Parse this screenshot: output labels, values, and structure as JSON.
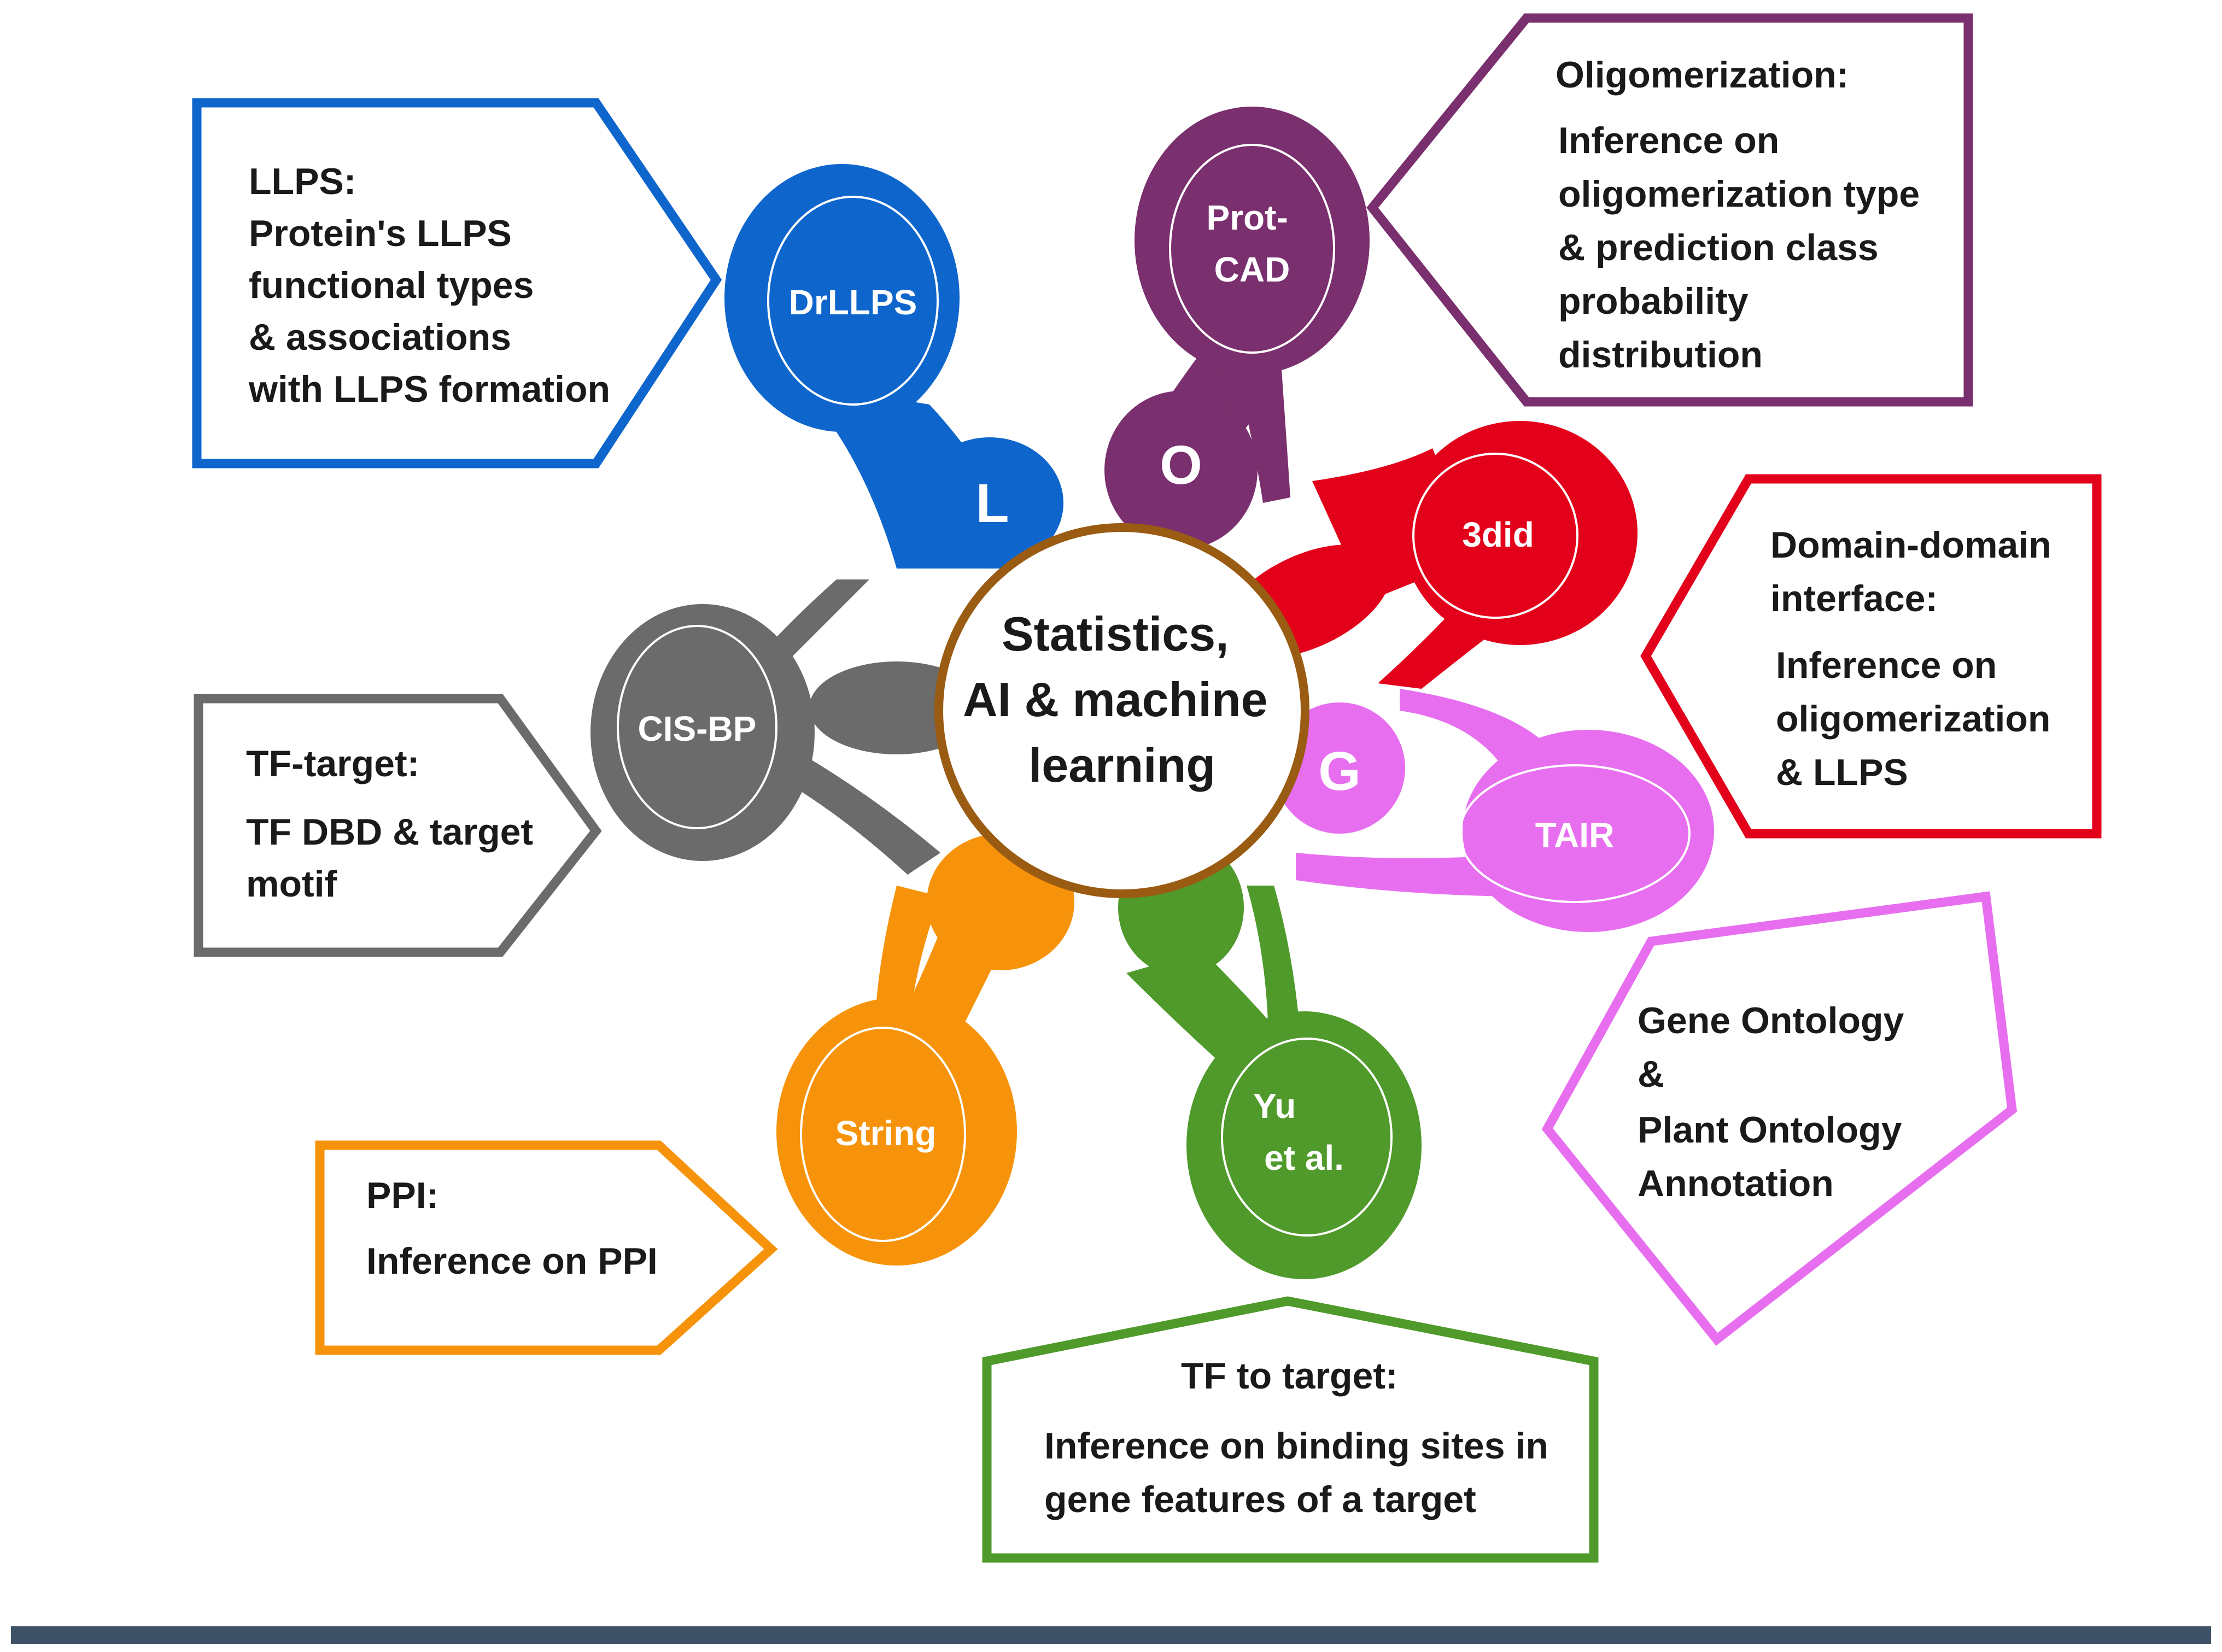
{
  "center": {
    "lines": [
      "Statistics,",
      "AI & machine",
      "learning"
    ],
    "border_color": "#9a5b12"
  },
  "petals": [
    {
      "id": "llps",
      "label_lines": [
        "DrLLPS"
      ],
      "letter": "L",
      "color": "#0e66cc"
    },
    {
      "id": "oligo",
      "label_lines": [
        "Prot-",
        "CAD"
      ],
      "letter": "O",
      "color": "#7a2f6e"
    },
    {
      "id": "domain",
      "label_lines": [
        "3did"
      ],
      "letter": "",
      "color": "#e3001b"
    },
    {
      "id": "go",
      "label_lines": [
        "TAIR"
      ],
      "letter": "G",
      "color": "#e86ef0"
    },
    {
      "id": "tf",
      "label_lines": [
        "Yu",
        "et al."
      ],
      "letter": "",
      "color": "#4f9a2b"
    },
    {
      "id": "ppi",
      "label_lines": [
        "String"
      ],
      "letter": "",
      "color": "#f7930a"
    },
    {
      "id": "tftarget",
      "label_lines": [
        "CIS-BP"
      ],
      "letter": "",
      "color": "#6b6b6b"
    }
  ],
  "boxes": [
    {
      "id": "llps",
      "color": "#0e66cc",
      "lines": [
        "LLPS:",
        "Protein's LLPS",
        "functional types",
        "& associations",
        "with LLPS formation"
      ]
    },
    {
      "id": "oligo",
      "color": "#7a2f6e",
      "lines": [
        "Oligomerization:",
        "Inference on",
        "oligomerization type",
        "& prediction class",
        "probability",
        "distribution"
      ]
    },
    {
      "id": "domain",
      "color": "#e3001b",
      "lines": [
        "Domain-domain",
        "interface:",
        "Inference on",
        "oligomerization",
        "& LLPS"
      ]
    },
    {
      "id": "go",
      "color": "#e86ef0",
      "lines": [
        "Gene Ontology",
        "&",
        "Plant Ontology",
        "Annotation"
      ]
    },
    {
      "id": "tf",
      "color": "#4f9a2b",
      "lines": [
        "TF to target:",
        "Inference on binding sites in",
        "gene features of a target"
      ]
    },
    {
      "id": "ppi",
      "color": "#f7930a",
      "lines": [
        "PPI:",
        "Inference on PPI"
      ]
    },
    {
      "id": "tftarget",
      "color": "#6b6b6b",
      "lines": [
        "TF-target:",
        "TF DBD & target",
        "motif"
      ]
    }
  ],
  "footer_bar_color": "#3e5166"
}
